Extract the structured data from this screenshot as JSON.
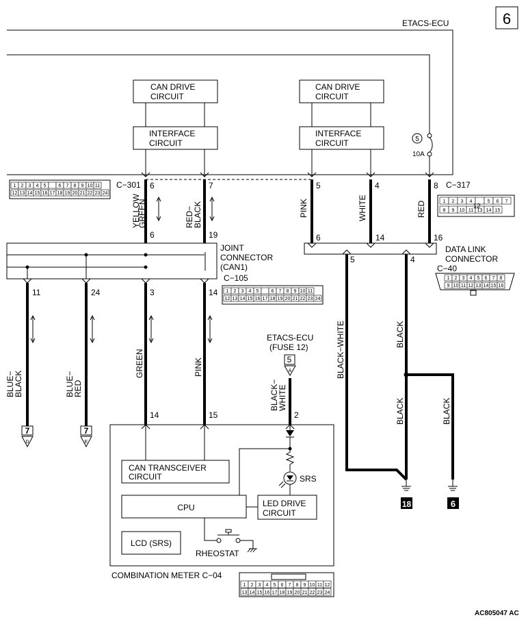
{
  "page": {
    "number": "6",
    "ref_code": "AC805047 AC"
  },
  "ecu": {
    "title": "ETACS-ECU"
  },
  "boxes": {
    "can_drive_1": [
      "CAN DRIVE",
      "CIRCUIT"
    ],
    "interface_1": [
      "INTERFACE",
      "CIRCUIT"
    ],
    "can_drive_2": [
      "CAN DRIVE",
      "CIRCUIT"
    ],
    "interface_2": [
      "INTERFACE",
      "CIRCUIT"
    ],
    "can_transceiver": [
      "CAN TRANSCEIVER",
      "CIRCUIT"
    ],
    "cpu": "CPU",
    "lcd": "LCD (SRS)",
    "led_drive": [
      "LED DRIVE",
      "CIRCUIT"
    ]
  },
  "fuse": {
    "number": "5",
    "rating": "10A"
  },
  "connectors": {
    "c301": "C−301",
    "c317": "C−317",
    "c105": "C−105",
    "c40": "C−40",
    "joint": [
      "JOINT",
      "CONNECTOR",
      "(CAN1)"
    ],
    "data_link": [
      "DATA LINK",
      "CONNECTOR"
    ],
    "combination_meter": "COMBINATION METER  C−04"
  },
  "pins": {
    "c301_top": [
      "6",
      "7"
    ],
    "c317_top": [
      "5",
      "4",
      "8"
    ],
    "joint_top": [
      "6",
      "19"
    ],
    "dlc_top": [
      "6",
      "14",
      "16"
    ],
    "dlc_bottom": [
      "5",
      "4"
    ],
    "joint_bottom": [
      "11",
      "24",
      "3",
      "14"
    ],
    "meter": [
      "14",
      "15",
      "2"
    ]
  },
  "wires": {
    "yellow_green": [
      "YELLOW",
      "GREEN"
    ],
    "red_black": [
      "RED−",
      "BLACK"
    ],
    "pink": "PINK",
    "white": "WHITE",
    "red": "RED",
    "blue_black": [
      "BLUE−",
      "BLACK"
    ],
    "blue_red": [
      "BLUE−",
      "RED"
    ],
    "green": "GREEN",
    "pink2": "PINK",
    "black_white": [
      "BLACK−",
      "WHITE"
    ],
    "black_white_long": "BLACK−WHITE",
    "black1": "BLACK",
    "black2": "BLACK",
    "black3": "BLACK"
  },
  "etacs_fuse": {
    "lines": [
      "ETACS-ECU",
      "(FUSE 12)"
    ],
    "ref": "5",
    "sub": "A"
  },
  "refs": {
    "blue_black": "7",
    "blue_red": "7",
    "blue_black_sub": "D",
    "blue_red_sub": "E"
  },
  "grounds": {
    "g1": "18",
    "g2": "6"
  },
  "misc": {
    "srs": "SRS",
    "rheostat": "RHEOSTAT"
  },
  "grids": {
    "c301": {
      "top": [
        "1",
        "2",
        "3",
        "4",
        "5",
        "",
        "6",
        "7",
        "8",
        "9",
        "10",
        "11"
      ],
      "bottom": [
        "12",
        "13",
        "14",
        "15",
        "16",
        "17",
        "18",
        "19",
        "20",
        "21",
        "22",
        "23",
        "24"
      ]
    },
    "c105": {
      "top": [
        "1",
        "2",
        "3",
        "4",
        "5",
        "",
        "6",
        "7",
        "8",
        "9",
        "10",
        "11"
      ],
      "bottom": [
        "12",
        "13",
        "14",
        "15",
        "16",
        "17",
        "18",
        "19",
        "20",
        "21",
        "22",
        "23",
        "24"
      ]
    },
    "c317": {
      "top": [
        "1",
        "2",
        "3",
        "4",
        "",
        "5",
        "6",
        "7"
      ],
      "mid": "12",
      "bottom": [
        "8",
        "9",
        "10",
        "11",
        "13",
        "14",
        "15"
      ]
    },
    "c40": {
      "top": [
        "1",
        "2",
        "3",
        "4",
        "5",
        "6",
        "7",
        "8"
      ],
      "bottom": [
        "9",
        "10",
        "11",
        "12",
        "13",
        "14",
        "15",
        "16"
      ]
    },
    "c04": {
      "top": [
        "1",
        "2",
        "3",
        "4",
        "5",
        "6",
        "7",
        "8",
        "9",
        "10",
        "11",
        "12"
      ],
      "bottom": [
        "13",
        "14",
        "15",
        "16",
        "17",
        "18",
        "19",
        "20",
        "21",
        "22",
        "23",
        "24"
      ]
    }
  }
}
